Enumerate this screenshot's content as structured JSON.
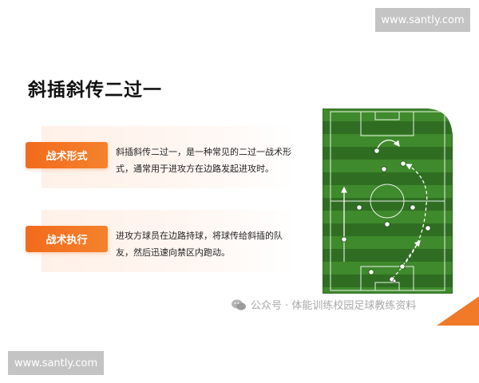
{
  "watermark_top": "www.santly.com",
  "watermark_bottom": "www.santly.com",
  "title": "斜插斜传二过一",
  "rows": [
    {
      "tag": "战术形式",
      "desc": "斜插斜传二过一，是一种常见的二过一战术形式，通常用于进攻方在边路发起进攻时。"
    },
    {
      "tag": "战术执行",
      "desc": "进攻方球员在边路持球，将球传给斜插的队友，然后迅速向禁区内跑动。"
    }
  ],
  "credit": "公众号 · 体能训练校园足球教练资料",
  "colors": {
    "accent": "#f26b1d",
    "pitch_dark": "#2f6e22",
    "pitch_light": "#3f8a2c"
  }
}
